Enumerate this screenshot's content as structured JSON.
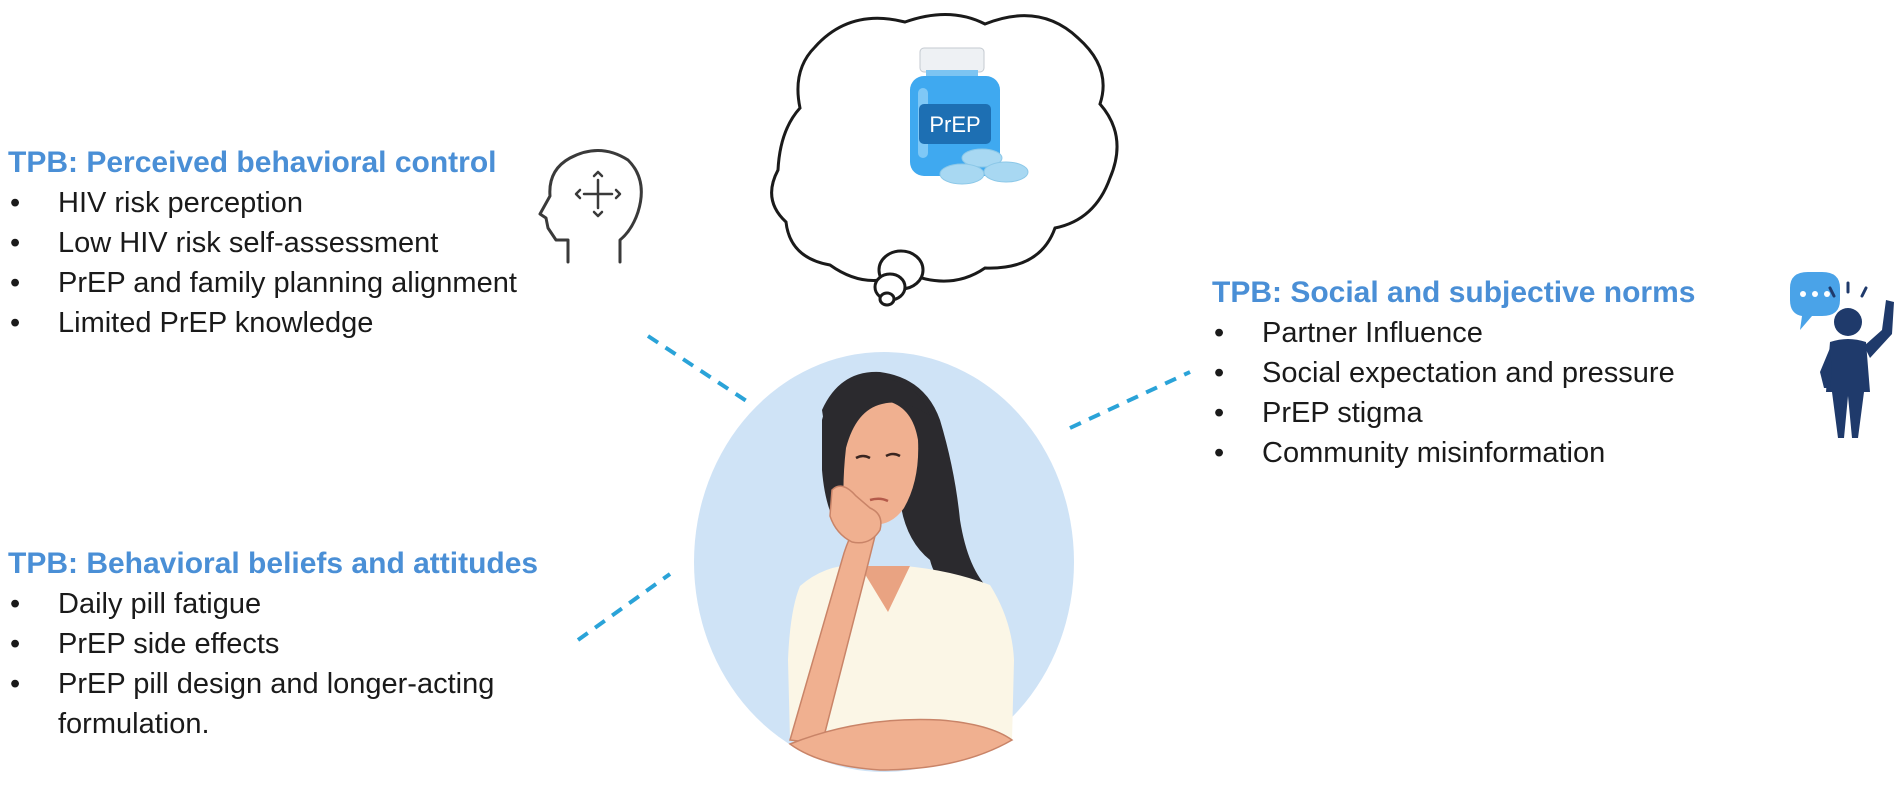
{
  "groups": {
    "control": {
      "heading": "TPB: Perceived behavioral control",
      "items": [
        "HIV risk perception",
        "Low  HIV risk self-assessment",
        "PrEP and family planning alignment",
        "Limited PrEP knowledge"
      ]
    },
    "beliefs": {
      "heading": "TPB: Behavioral beliefs and attitudes",
      "items": [
        "Daily pill fatigue",
        "PrEP side effects",
        "PrEP pill design and longer-acting formulation."
      ]
    },
    "norms": {
      "heading": "TPB: Social and subjective norms",
      "items": [
        "Partner Influence",
        "Social  expectation and pressure",
        "PrEP stigma",
        "Community misinformation"
      ]
    }
  },
  "bottle": {
    "label": "PrEP"
  },
  "icons": [
    "thought-cloud",
    "prep-bottle-icon",
    "pills-icon",
    "head-arrows-icon",
    "speech-person-icon",
    "thinking-woman-illustration"
  ],
  "colors": {
    "heading": "#4a8fd6",
    "connector": "#2aa3d8",
    "woman_bg": "#cfe3f6",
    "bottle": "#3fa9f0",
    "person": "#1f3a6b",
    "chat": "#4aa3e8"
  }
}
